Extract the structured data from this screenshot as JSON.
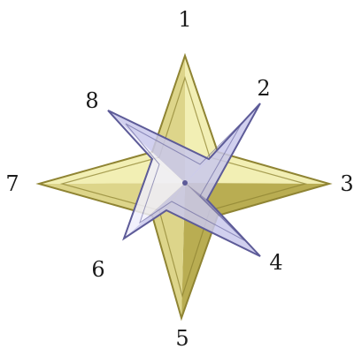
{
  "labels": {
    "p1": "1",
    "p2": "2",
    "p3": "3",
    "p4": "4",
    "p5": "5",
    "p6": "6",
    "p7": "7",
    "p8": "8"
  },
  "colors": {
    "gold_light": "#f2efb4",
    "gold_mid": "#ddd58a",
    "gold_dark": "#b9ad52",
    "gold_edge": "#8f8433",
    "violet_light": "#f0effb",
    "violet_mid": "#c9c8ec",
    "violet_dark": "#8f8dc9",
    "violet_edge": "#5d5b98"
  }
}
